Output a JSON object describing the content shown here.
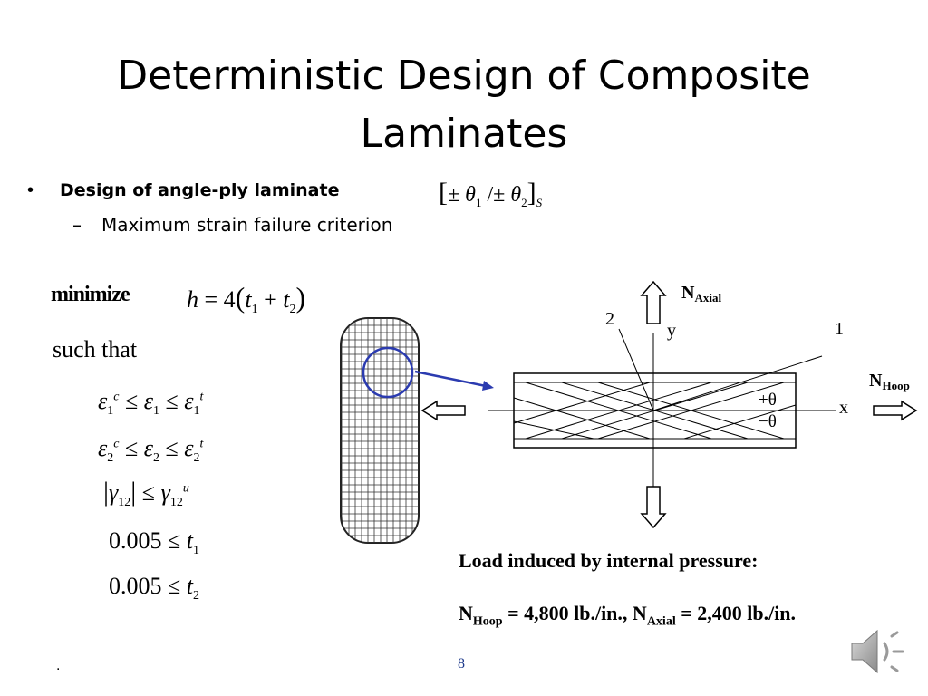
{
  "slide": {
    "title_line1": "Deterministic Design of Composite",
    "title_line2": "Laminates",
    "bullet": "Design of angle-ply laminate",
    "sub_bullet": "Maximum strain failure criterion",
    "layup_notation": "[±θ1 /±θ2]S",
    "page_number": "8",
    "footer_mark": "."
  },
  "formulation": {
    "minimize_label": "minimize",
    "objective": "h = 4(t1 + t2)",
    "such_that": "such that",
    "constraints": [
      "ε1c ≤ ε1 ≤ ε1t",
      "ε2c ≤ ε2 ≤ ε2t",
      "|γ12| ≤ γ12u",
      "0.005 ≤ t1",
      "0.005 ≤ t2"
    ]
  },
  "diagram": {
    "axis_1": "1",
    "axis_2": "2",
    "axis_x": "x",
    "axis_y": "y",
    "plus_theta": "+θ",
    "minus_theta": "−θ",
    "n_axial_main": "N",
    "n_axial_sub": "Axial",
    "n_hoop_main": "N",
    "n_hoop_sub": "Hoop",
    "callout_color": "#2b3bb0"
  },
  "load": {
    "title": "Load induced by internal pressure:",
    "n_main": "N",
    "hoop_sub": "Hoop",
    "hoop_value": " = 4,800 lb./in., ",
    "axial_sub": "Axial",
    "axial_value": " = 2,400 lb./in."
  },
  "icons": {
    "speaker": "speaker-icon"
  }
}
